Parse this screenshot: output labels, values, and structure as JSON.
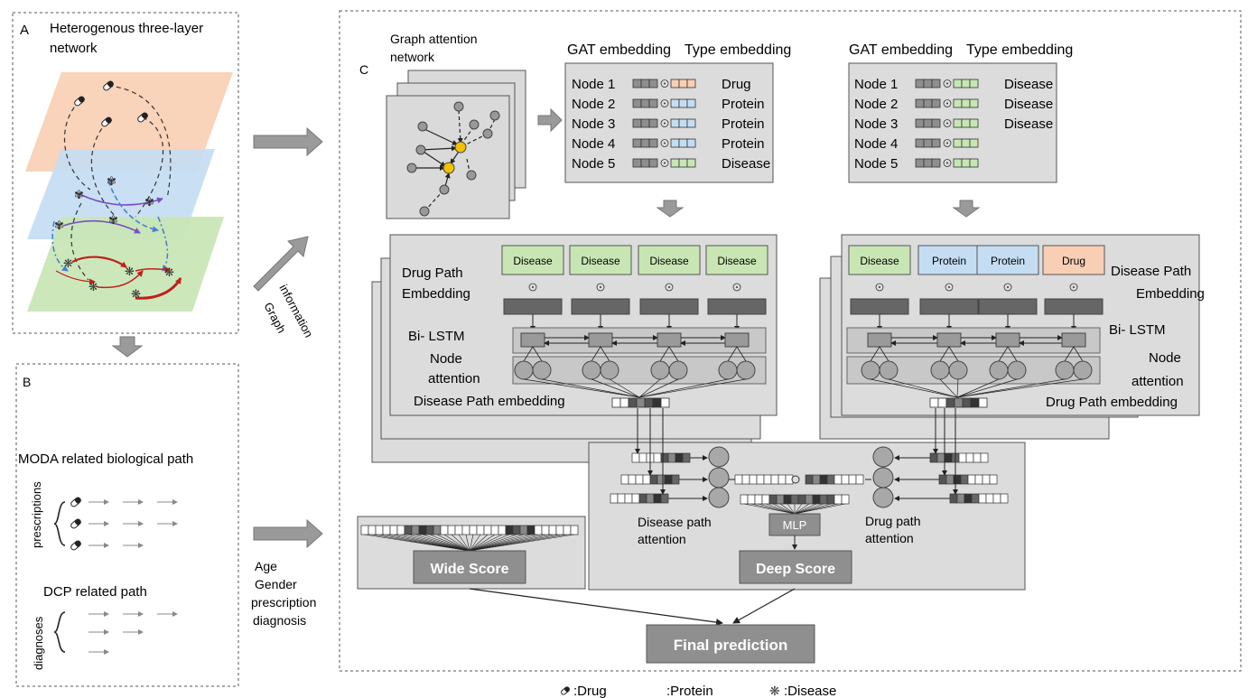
{
  "panel_a": {
    "letter": "A",
    "title_line1": "Heterogenous three-layer",
    "title_line2": "network",
    "colors": {
      "drug_layer": "#f8cfb4",
      "protein_layer": "#c4ddf3",
      "disease_layer": "#c8e6b4"
    }
  },
  "panel_b": {
    "letter": "B",
    "moda_title": "MODA related biological path",
    "prescriptions_label": "prescriptions",
    "dcp_title": "DCP related path",
    "diagnoses_label": "diagnoses"
  },
  "middle": {
    "graph_info_line1": "Graph",
    "graph_info_line2": "information",
    "demo_lines": [
      "Age",
      "Gender",
      "prescription",
      "diagnosis"
    ]
  },
  "panel_c": {
    "letter": "C",
    "gat_title_line1": "Graph attention",
    "gat_title_line2": "network",
    "left_table": {
      "header_gat": "GAT embedding",
      "header_type": "Type embedding",
      "rows": [
        {
          "node": "Node 1",
          "type": "Drug",
          "type_color": "#f8cfb4"
        },
        {
          "node": "Node 2",
          "type": "Protein",
          "type_color": "#c4ddf3"
        },
        {
          "node": "Node 3",
          "type": "Protein",
          "type_color": "#c4ddf3"
        },
        {
          "node": "Node 4",
          "type": "Protein",
          "type_color": "#c4ddf3"
        },
        {
          "node": "Node 5",
          "type": "Disease",
          "type_color": "#c8e6b4"
        }
      ]
    },
    "right_table": {
      "header_gat": "GAT embedding",
      "header_type": "Type embedding",
      "rows": [
        {
          "node": "Node 1",
          "type": "Disease",
          "type_color": "#c8e6b4"
        },
        {
          "node": "Node 2",
          "type": "Disease",
          "type_color": "#c8e6b4"
        },
        {
          "node": "Node 3",
          "type": "Disease",
          "type_color": "#c8e6b4"
        },
        {
          "node": "Node 4",
          "type": "",
          "type_color": "#c8e6b4"
        },
        {
          "node": "Node 5",
          "type": "",
          "type_color": "#c8e6b4"
        }
      ]
    },
    "drug_path": {
      "title_line1": "Drug Path",
      "title_line2": "Embedding",
      "boxes": [
        "Disease",
        "Disease",
        "Disease",
        "Disease"
      ],
      "box_colors": [
        "#c8e6b4",
        "#c8e6b4",
        "#c8e6b4",
        "#c8e6b4"
      ],
      "bilstm": "Bi- LSTM",
      "node_att_line1": "Node",
      "node_att_line2": "attention",
      "output_label": "Disease Path embedding"
    },
    "disease_path": {
      "title_line1": "Disease Path",
      "title_line2": "Embedding",
      "boxes": [
        "Disease",
        "Protein",
        "Protein",
        "Drug"
      ],
      "box_colors": [
        "#c8e6b4",
        "#c4ddf3",
        "#c4ddf3",
        "#f8cfb4"
      ],
      "bilstm": "Bi- LSTM",
      "node_att_line1": "Node",
      "node_att_line2": "attention",
      "output_label": "Drug Path embedding"
    },
    "deep": {
      "disease_att_line1": "Disease path",
      "disease_att_line2": "attention",
      "drug_att_line1": "Drug path",
      "drug_att_line2": "attention",
      "mlp": "MLP",
      "score": "Deep Score"
    },
    "wide": {
      "score": "Wide Score"
    },
    "final": "Final prediction"
  },
  "legend": {
    "drug": ":Drug",
    "protein": ":Protein",
    "disease": ":Disease"
  }
}
